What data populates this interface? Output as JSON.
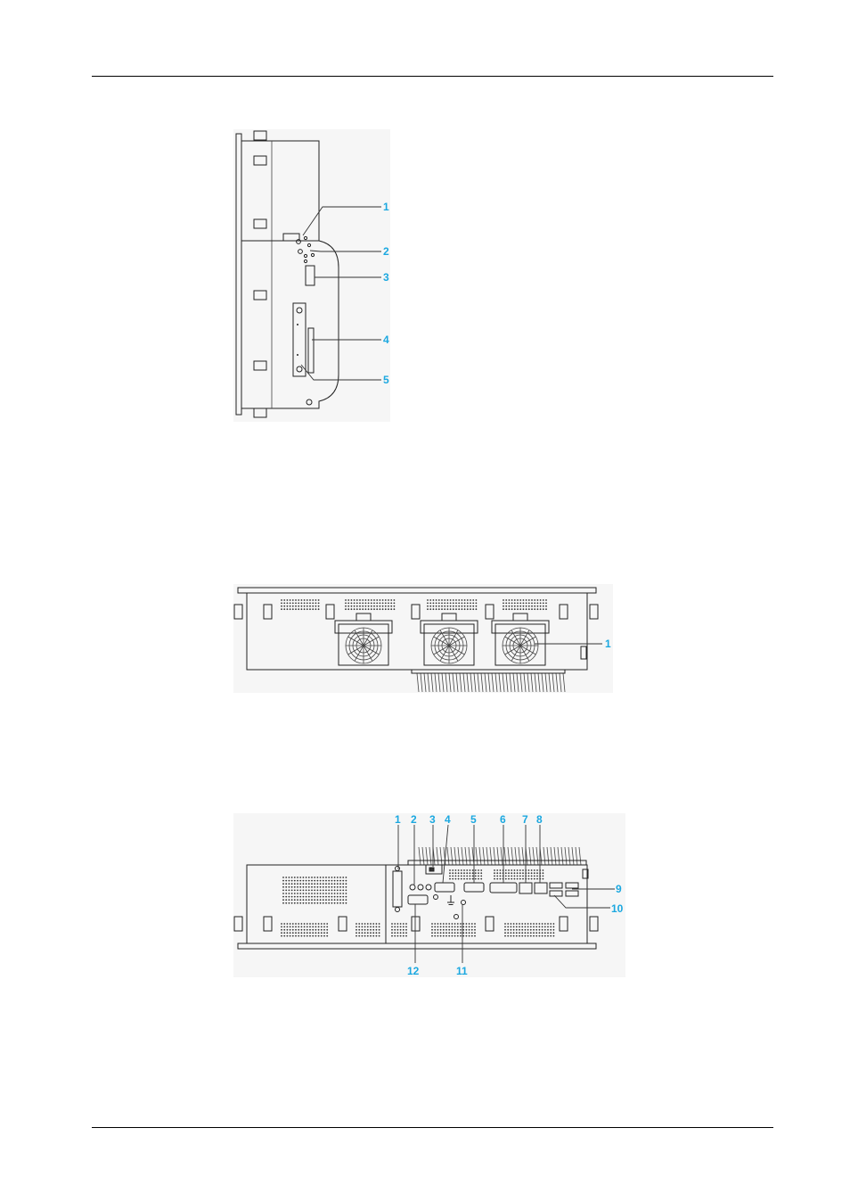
{
  "figures": {
    "side_view": {
      "callouts": [
        "1",
        "2",
        "3",
        "4",
        "5"
      ]
    },
    "top_view": {
      "callouts": [
        "1"
      ]
    },
    "bottom_view": {
      "callouts": [
        "1",
        "2",
        "3",
        "4",
        "5",
        "6",
        "7",
        "8",
        "9",
        "10",
        "11",
        "12"
      ]
    }
  },
  "colors": {
    "callout": "#1ba8e0",
    "line": "#222222"
  }
}
